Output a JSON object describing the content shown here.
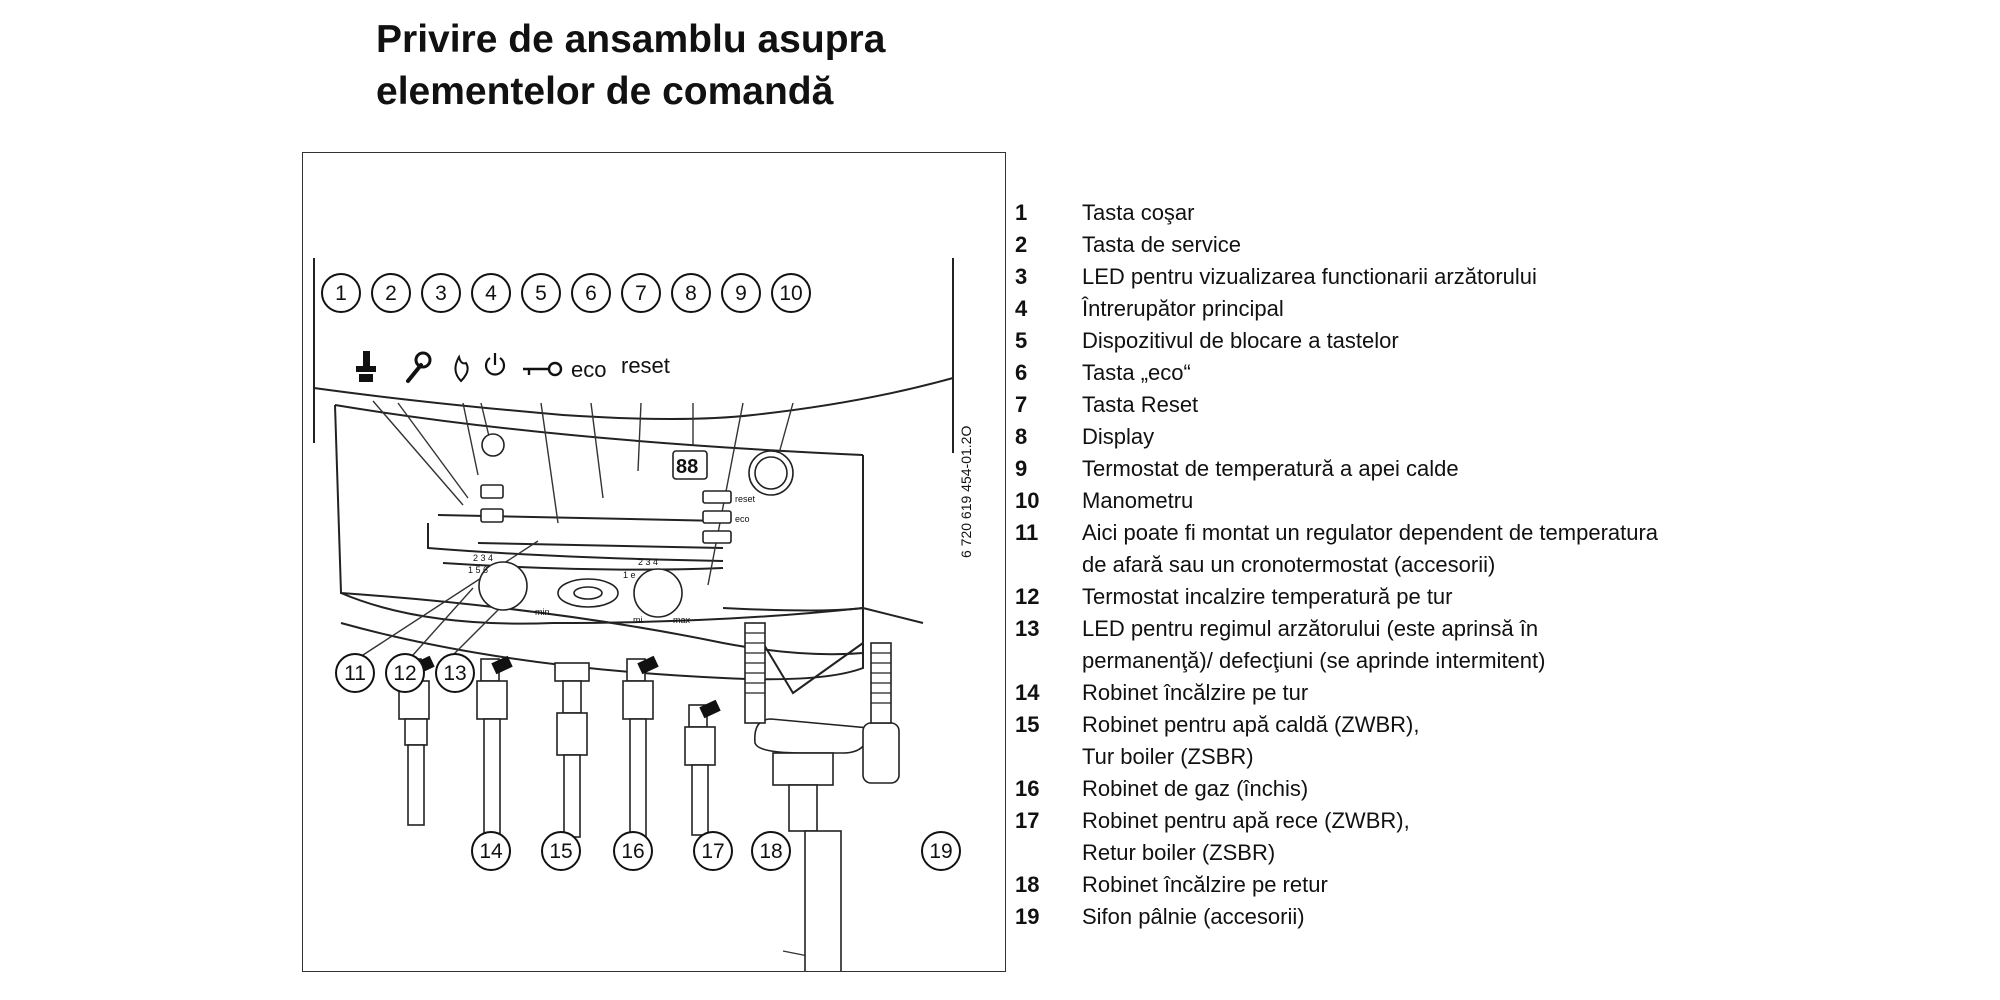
{
  "title": {
    "line1": "Privire de ansamblu asupra",
    "line2": "elementelor de comandă"
  },
  "figure": {
    "code": "6 720 619 454-01.2O",
    "panel_text": {
      "eco": "eco",
      "reset": "reset",
      "display": "88",
      "btn_reset": "reset",
      "btn_eco": "eco",
      "heat_scale_a": "2 3 4",
      "heat_scale_b": "1 5 6",
      "heat_min": "min",
      "dhw_scale_a": "2 3 4",
      "dhw_scale_b": "1 e",
      "dhw_max": "max",
      "dhw_min": "mi"
    },
    "callouts": [
      "1",
      "2",
      "3",
      "4",
      "5",
      "6",
      "7",
      "8",
      "9",
      "10",
      "11",
      "12",
      "13",
      "14",
      "15",
      "16",
      "17",
      "18",
      "19"
    ]
  },
  "legend": [
    {
      "num": "1",
      "lines": [
        "Tasta coşar"
      ]
    },
    {
      "num": "2",
      "lines": [
        "Tasta de service"
      ]
    },
    {
      "num": "3",
      "lines": [
        "LED pentru vizualizarea functionarii arzătorului"
      ]
    },
    {
      "num": "4",
      "lines": [
        "Întrerupător principal"
      ]
    },
    {
      "num": "5",
      "lines": [
        "Dispozitivul de blocare a tastelor"
      ]
    },
    {
      "num": "6",
      "lines": [
        "Tasta „eco“"
      ]
    },
    {
      "num": "7",
      "lines": [
        "Tasta Reset"
      ]
    },
    {
      "num": "8",
      "lines": [
        "Display"
      ]
    },
    {
      "num": "9",
      "lines": [
        "Termostat de temperatură a apei calde"
      ]
    },
    {
      "num": "10",
      "lines": [
        "Manometru"
      ]
    },
    {
      "num": "11",
      "lines": [
        "Aici poate fi montat un regulator dependent de temperatura",
        "de afară sau un cronotermostat (accesorii)"
      ]
    },
    {
      "num": "12",
      "lines": [
        "Termostat incalzire temperatură pe tur"
      ]
    },
    {
      "num": "13",
      "lines": [
        "LED pentru regimul arzătorului (este aprinsă în",
        "permanenţă)/ defecţiuni (se aprinde intermitent)"
      ]
    },
    {
      "num": "14",
      "lines": [
        "Robinet încălzire pe tur"
      ]
    },
    {
      "num": "15",
      "lines": [
        "Robinet pentru apă caldă (ZWBR),",
        "Tur boiler (ZSBR)"
      ]
    },
    {
      "num": "16",
      "lines": [
        "Robinet de gaz (închis)"
      ]
    },
    {
      "num": "17",
      "lines": [
        "Robinet pentru apă rece (ZWBR),",
        "Retur boiler (ZSBR)"
      ]
    },
    {
      "num": "18",
      "lines": [
        "Robinet încălzire pe retur"
      ]
    },
    {
      "num": "19",
      "lines": [
        "Sifon pâlnie (accesorii)"
      ]
    }
  ]
}
